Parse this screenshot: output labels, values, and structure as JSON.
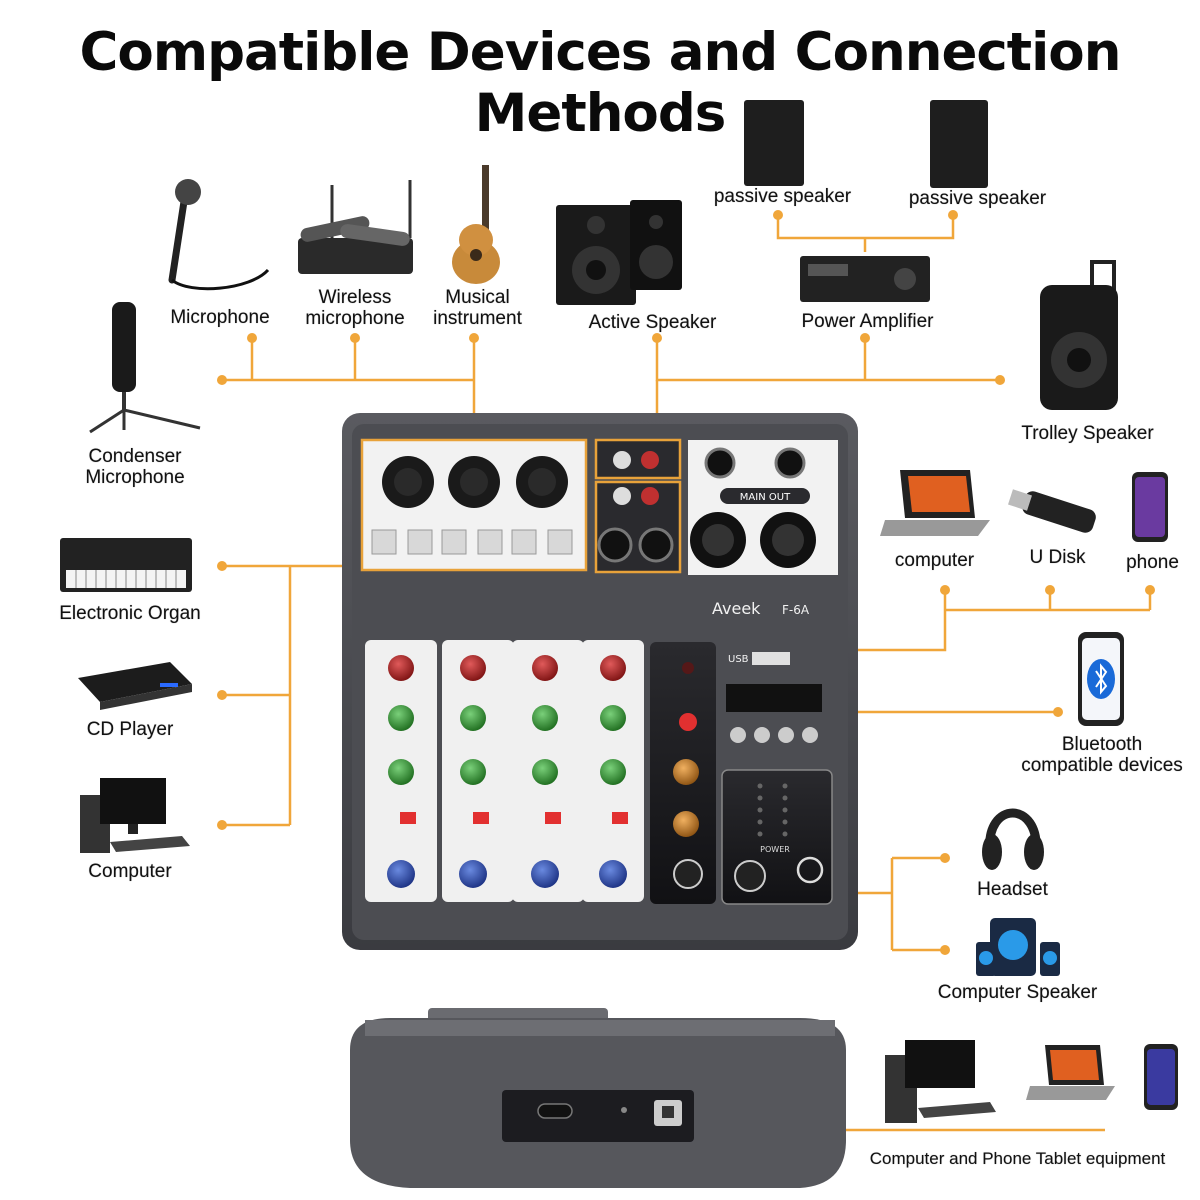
{
  "title": "Compatible Devices and Connection Methods",
  "colors": {
    "connector": "#f0a63a",
    "mixer_body": "#4a4b50",
    "panel": "#f2f2f2",
    "frame_orange": "#e8a23a"
  },
  "devices": {
    "microphone": "Microphone",
    "wireless_microphone": "Wireless\nmicrophone",
    "musical_instrument": "Musical\ninstrument",
    "active_speaker": "Active Speaker",
    "passive_speaker_1": "passive speaker",
    "passive_speaker_2": "passive speaker",
    "power_amplifier": "Power Amplifier",
    "trolley_speaker": "Trolley Speaker",
    "condenser_microphone": "Condenser\nMicrophone",
    "electronic_organ": "Electronic Organ",
    "cd_player": "CD Player",
    "computer_left": "Computer",
    "computer_right": "computer",
    "u_disk": "U Disk",
    "phone": "phone",
    "bluetooth": "Bluetooth\ncompatible devices",
    "headset": "Headset",
    "computer_speaker": "Computer Speaker",
    "computer_phone_tablet": "Computer and Phone Tablet equipment"
  },
  "mixer": {
    "brand": "Aveek",
    "model": "F-6A",
    "main_out": "MAIN OUT",
    "usb": "USB",
    "power": "POWER"
  }
}
